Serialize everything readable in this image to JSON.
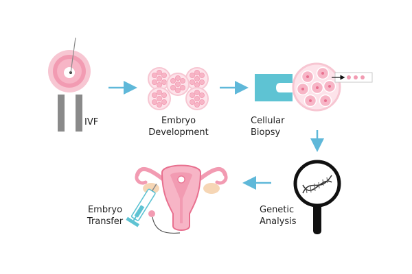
{
  "steps": [
    {
      "id": "ivf",
      "lines": [
        "IVF"
      ]
    },
    {
      "id": "embryo-development",
      "lines": [
        "Embryo",
        "Development"
      ]
    },
    {
      "id": "cellular-biopsy",
      "lines": [
        "Cellular",
        "Biopsy"
      ]
    },
    {
      "id": "genetic-analysis",
      "lines": [
        "Genetic",
        "Analysis"
      ]
    },
    {
      "id": "embryo-transfer",
      "lines": [
        "Embryo",
        "Transfer"
      ]
    }
  ],
  "colors": {
    "arrow": "#5fb8d9",
    "pink_light": "#f7c6d2",
    "pink": "#f29bb2",
    "pink_dark": "#e8708f",
    "gray": "#8a8a8a",
    "teal": "#5ec3d3",
    "black": "#111111",
    "peach": "#f6d6b5"
  }
}
